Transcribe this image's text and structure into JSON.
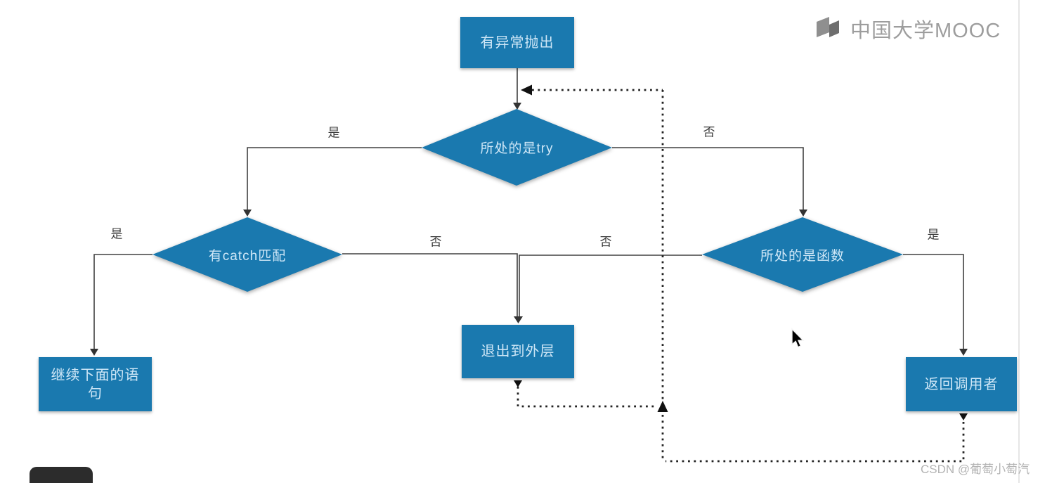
{
  "flowchart": {
    "nodes": {
      "start": "有异常抛出",
      "try_check": "所处的是try",
      "catch_check": "有catch匹配",
      "func_check": "所处的是函数",
      "continue_next": "继续下面的语句",
      "exit_outer": "退出到外层",
      "return_caller": "返回调用者"
    },
    "labels": {
      "try_yes": "是",
      "try_no": "否",
      "catch_yes": "是",
      "catch_no": "否",
      "func_no": "否",
      "func_yes": "是"
    },
    "colors": {
      "node_blue": "#1a79af",
      "node_text": "#cfe7f7",
      "connector": "#404040",
      "dotted": "#222222"
    }
  },
  "branding": {
    "logo_text": "中国大学MOOC"
  },
  "watermark": {
    "text": "CSDN @葡萄小萄汽"
  }
}
